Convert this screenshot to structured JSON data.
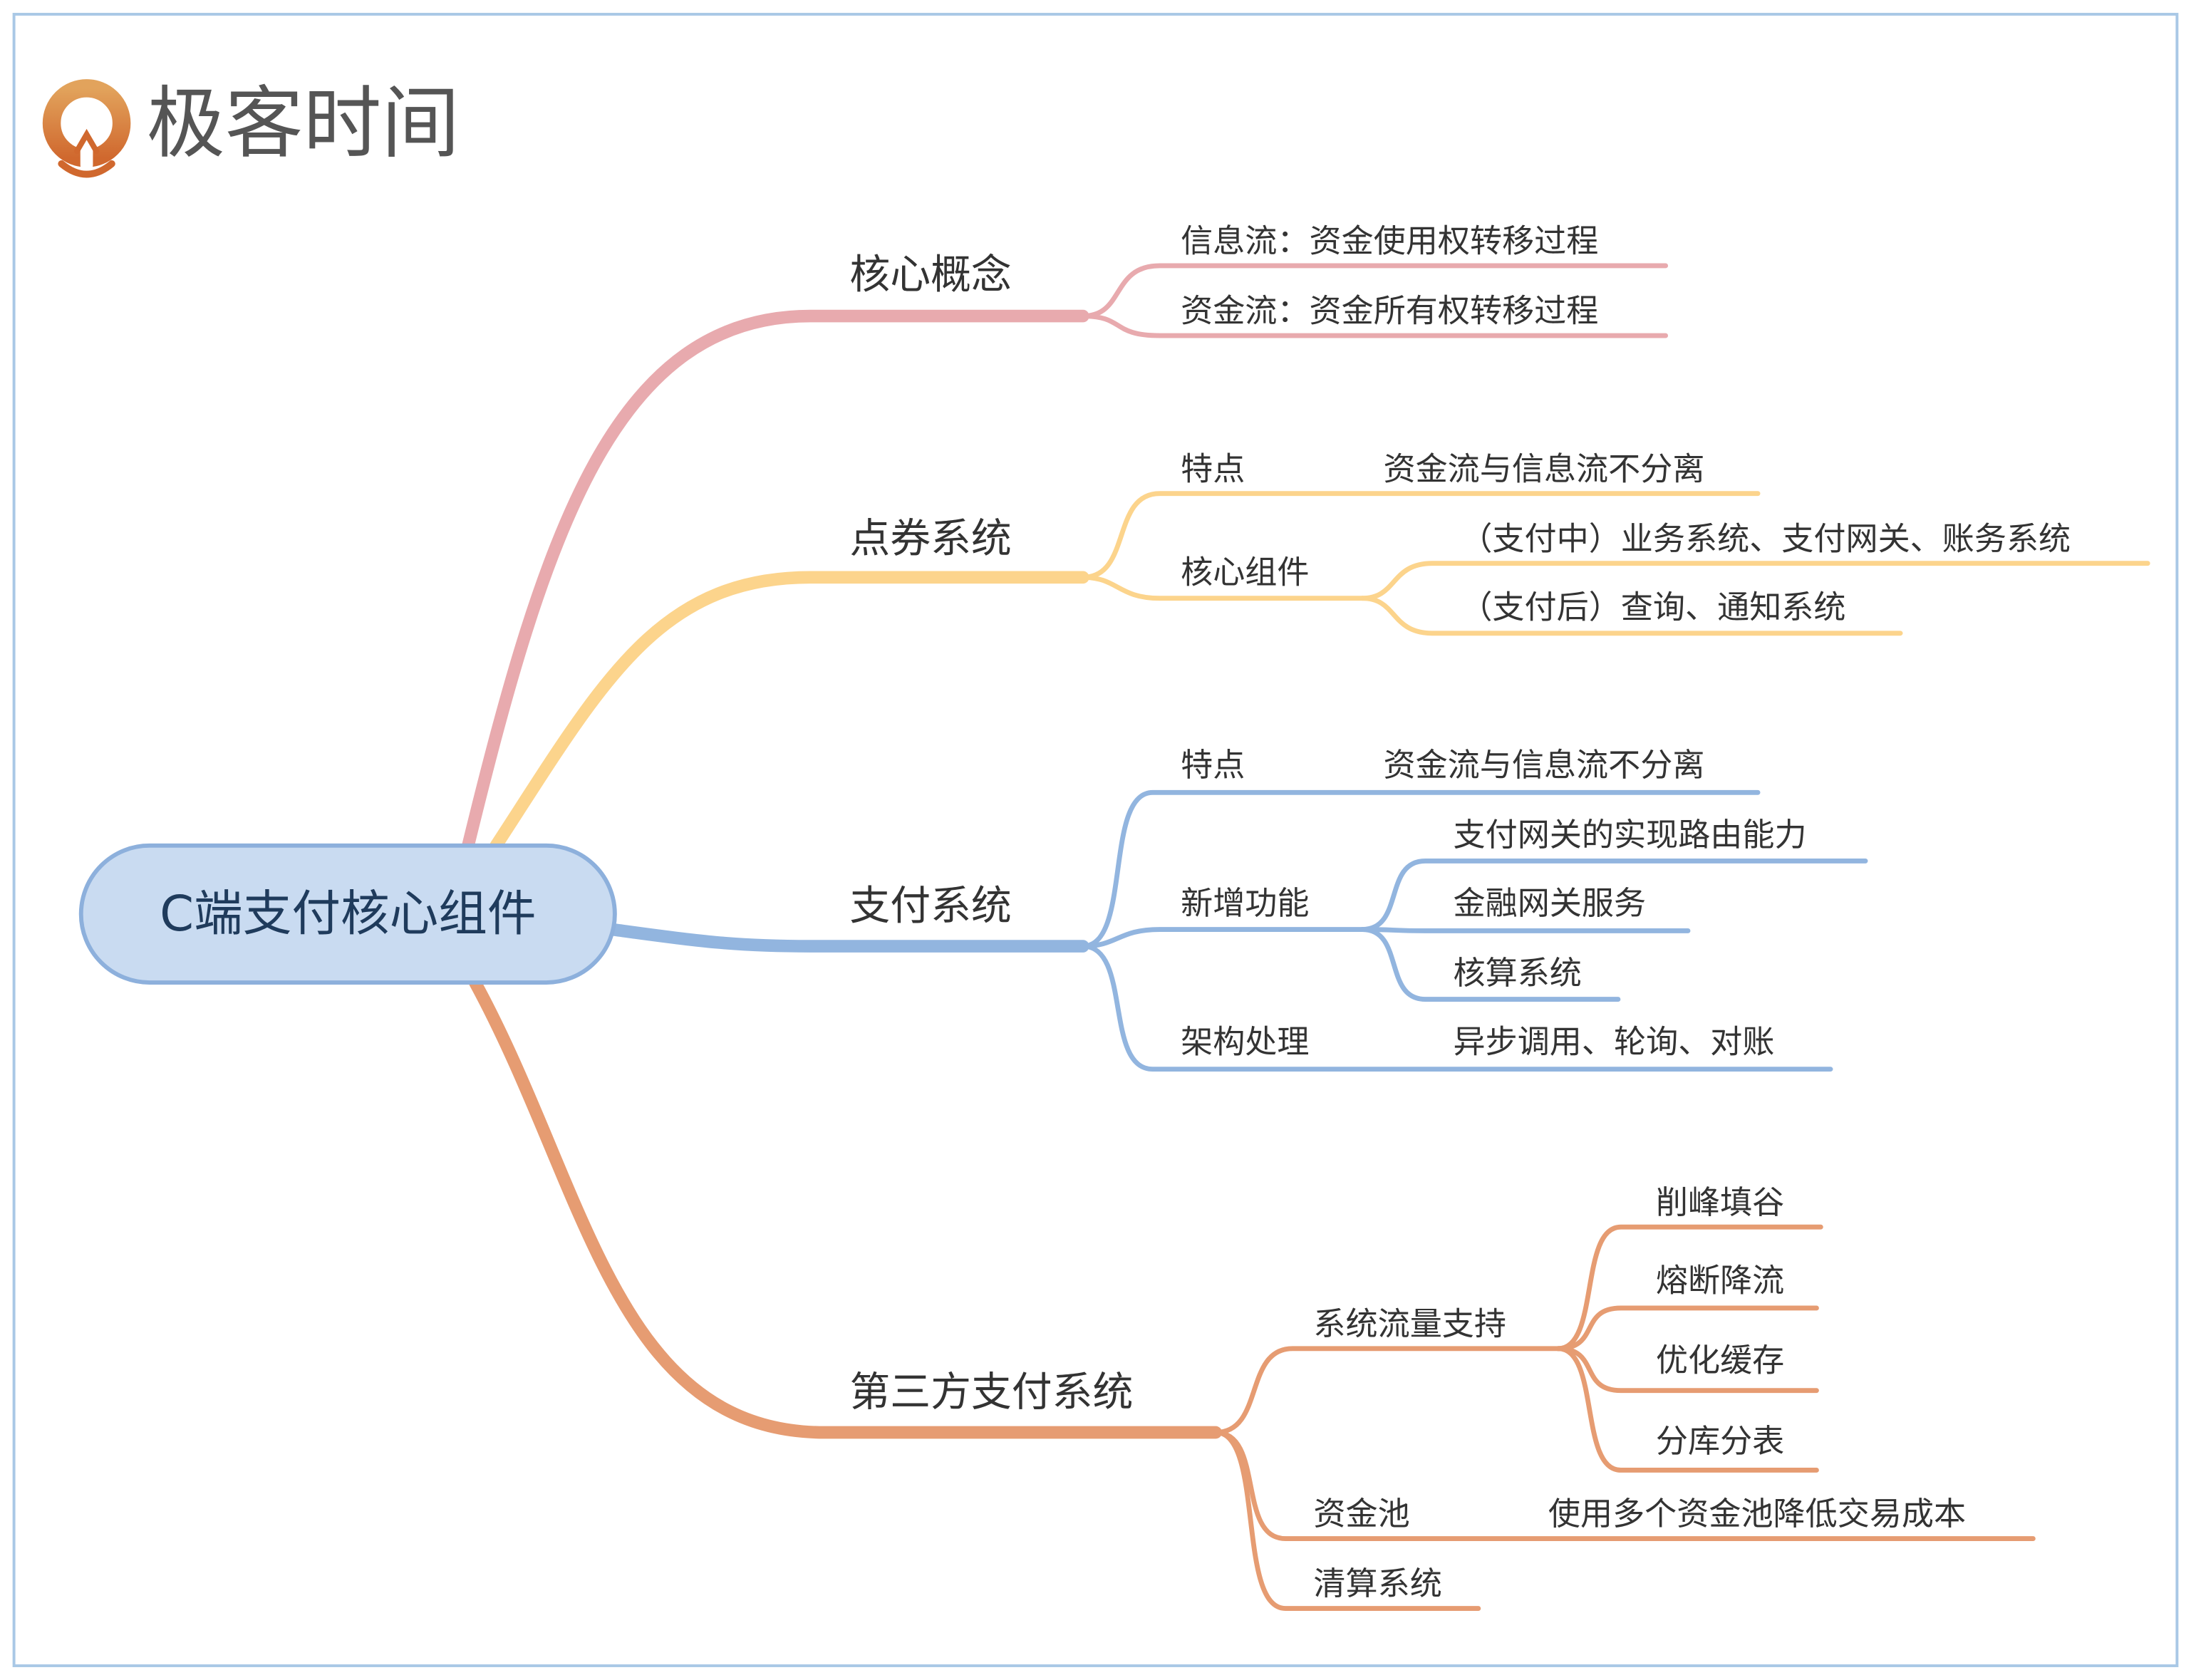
{
  "logo": {
    "text": "极客时间"
  },
  "root": {
    "label": "C端支付核心组件"
  },
  "branches": {
    "core_concepts": {
      "label": "核心概念",
      "children": [
        "信息流：资金使用权转移过程",
        "资金流：资金所有权转移过程"
      ]
    },
    "coupon_system": {
      "label": "点券系统",
      "feature_label": "特点",
      "feature_value": "资金流与信息流不分离",
      "components_label": "核心组件",
      "components": [
        "（支付中）业务系统、支付网关、账务系统",
        "（支付后）查询、通知系统"
      ]
    },
    "payment_system": {
      "label": "支付系统",
      "feature_label": "特点",
      "feature_value": "资金流与信息流不分离",
      "new_features_label": "新增功能",
      "new_features": [
        "支付网关的实现路由能力",
        "金融网关服务",
        "核算系统"
      ],
      "architecture_label": "架构处理",
      "architecture_value": "异步调用、轮询、对账"
    },
    "third_party": {
      "label": "第三方支付系统",
      "traffic_label": "系统流量支持",
      "traffic": [
        "削峰填谷",
        "熔断降流",
        "优化缓存",
        "分库分表"
      ],
      "fund_pool_label": "资金池",
      "fund_pool_value": "使用多个资金池降低交易成本",
      "clearing_label": "清算系统"
    }
  },
  "colors": {
    "core_concepts": "#e8aaae",
    "coupon_system": "#fcd48c",
    "payment_system": "#92b5df",
    "third_party": "#e69c72",
    "root_fill": "#c9dbf1",
    "border": "#a9c8e6"
  }
}
